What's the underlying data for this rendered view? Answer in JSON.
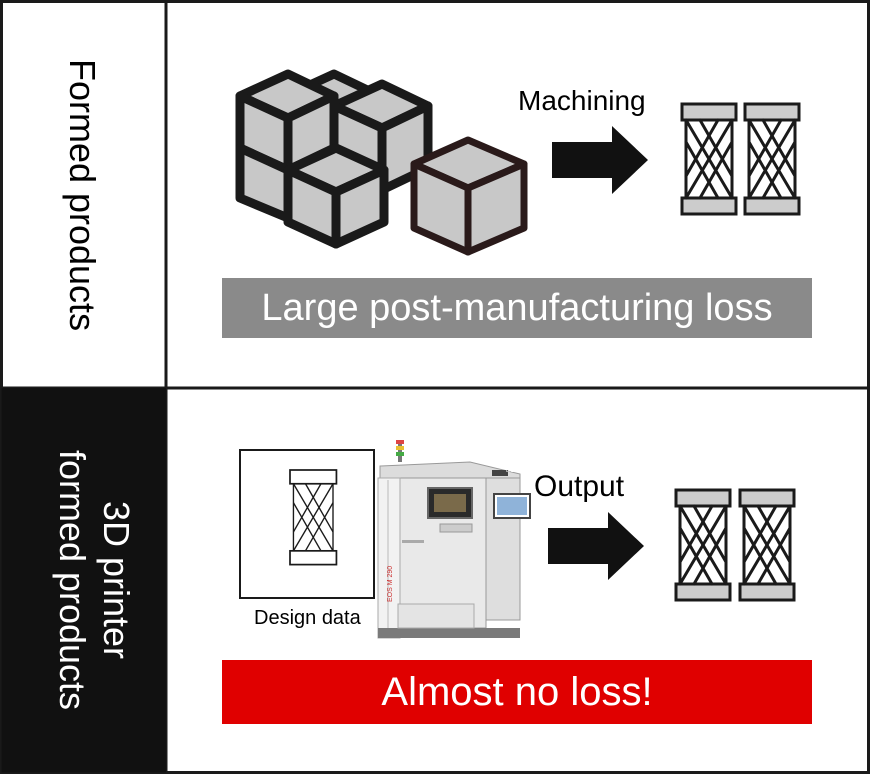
{
  "top_section": {
    "side_label": "Formed products",
    "arrow_label": "Machining",
    "banner_text": "Large post-manufacturing loss",
    "banner_color": "#8a8a8a"
  },
  "bottom_section": {
    "side_label_line1": "3D printer",
    "side_label_line2": "formed products",
    "design_caption": "Design data",
    "printer_model_label": "EOS M 290",
    "printer_brand_label": "EOS",
    "arrow_label": "Output",
    "banner_text": "Almost no loss!",
    "banner_color": "#e00000"
  },
  "colors": {
    "border": "#1a1a1a",
    "cube_fill": "#c8c8c8",
    "part_fill": "#cccccc",
    "side_panel_dark": "#111111"
  },
  "icons": [
    "cube-stack-icon",
    "single-cube-icon",
    "arrow-right-icon",
    "lattice-part-icon",
    "printer-machine-icon"
  ]
}
